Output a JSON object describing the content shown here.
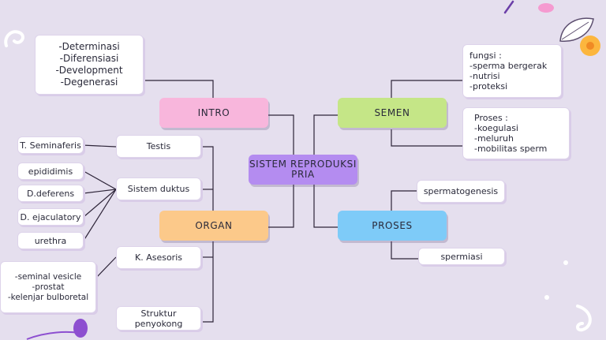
{
  "center": "SISTEM REPRODUKSI\nPRIA",
  "branches": {
    "intro": "INTRO",
    "organ": "ORGAN",
    "semen": "SEMEN",
    "proses": "PROSES"
  },
  "intro_items": "-Determinasi\n-Diferensiasi\n-Development\n-Degenerasi",
  "organ_children": {
    "testis": "Testis",
    "sistem_duktus": "Sistem duktus",
    "k_asesoris": "K. Asesoris",
    "struktur_penyokong": "Struktur\npenyokong"
  },
  "testis_parts": [
    "T. Seminaferis"
  ],
  "duktus_parts": [
    "epididimis",
    "D.deferens",
    "D. ejaculatory",
    "urethra"
  ],
  "asesoris_parts": "-seminal vesicle\n-prostat\n-kelenjar bulboretal",
  "semen_notes": {
    "fungsi": "fungsi :\n-sperma bergerak\n-nutrisi\n-proteksi",
    "proses": "Proses :\n-koegulasi\n-meluruh\n-mobilitas sperm"
  },
  "proses_children": [
    "spermatogenesis",
    "spermiasi"
  ],
  "colors": {
    "background": "#e5dfee",
    "center": "#b48cf0",
    "intro": "#f8b6dc",
    "organ": "#fcc98a",
    "semen": "#c5e687",
    "proses": "#7ecbf8"
  }
}
